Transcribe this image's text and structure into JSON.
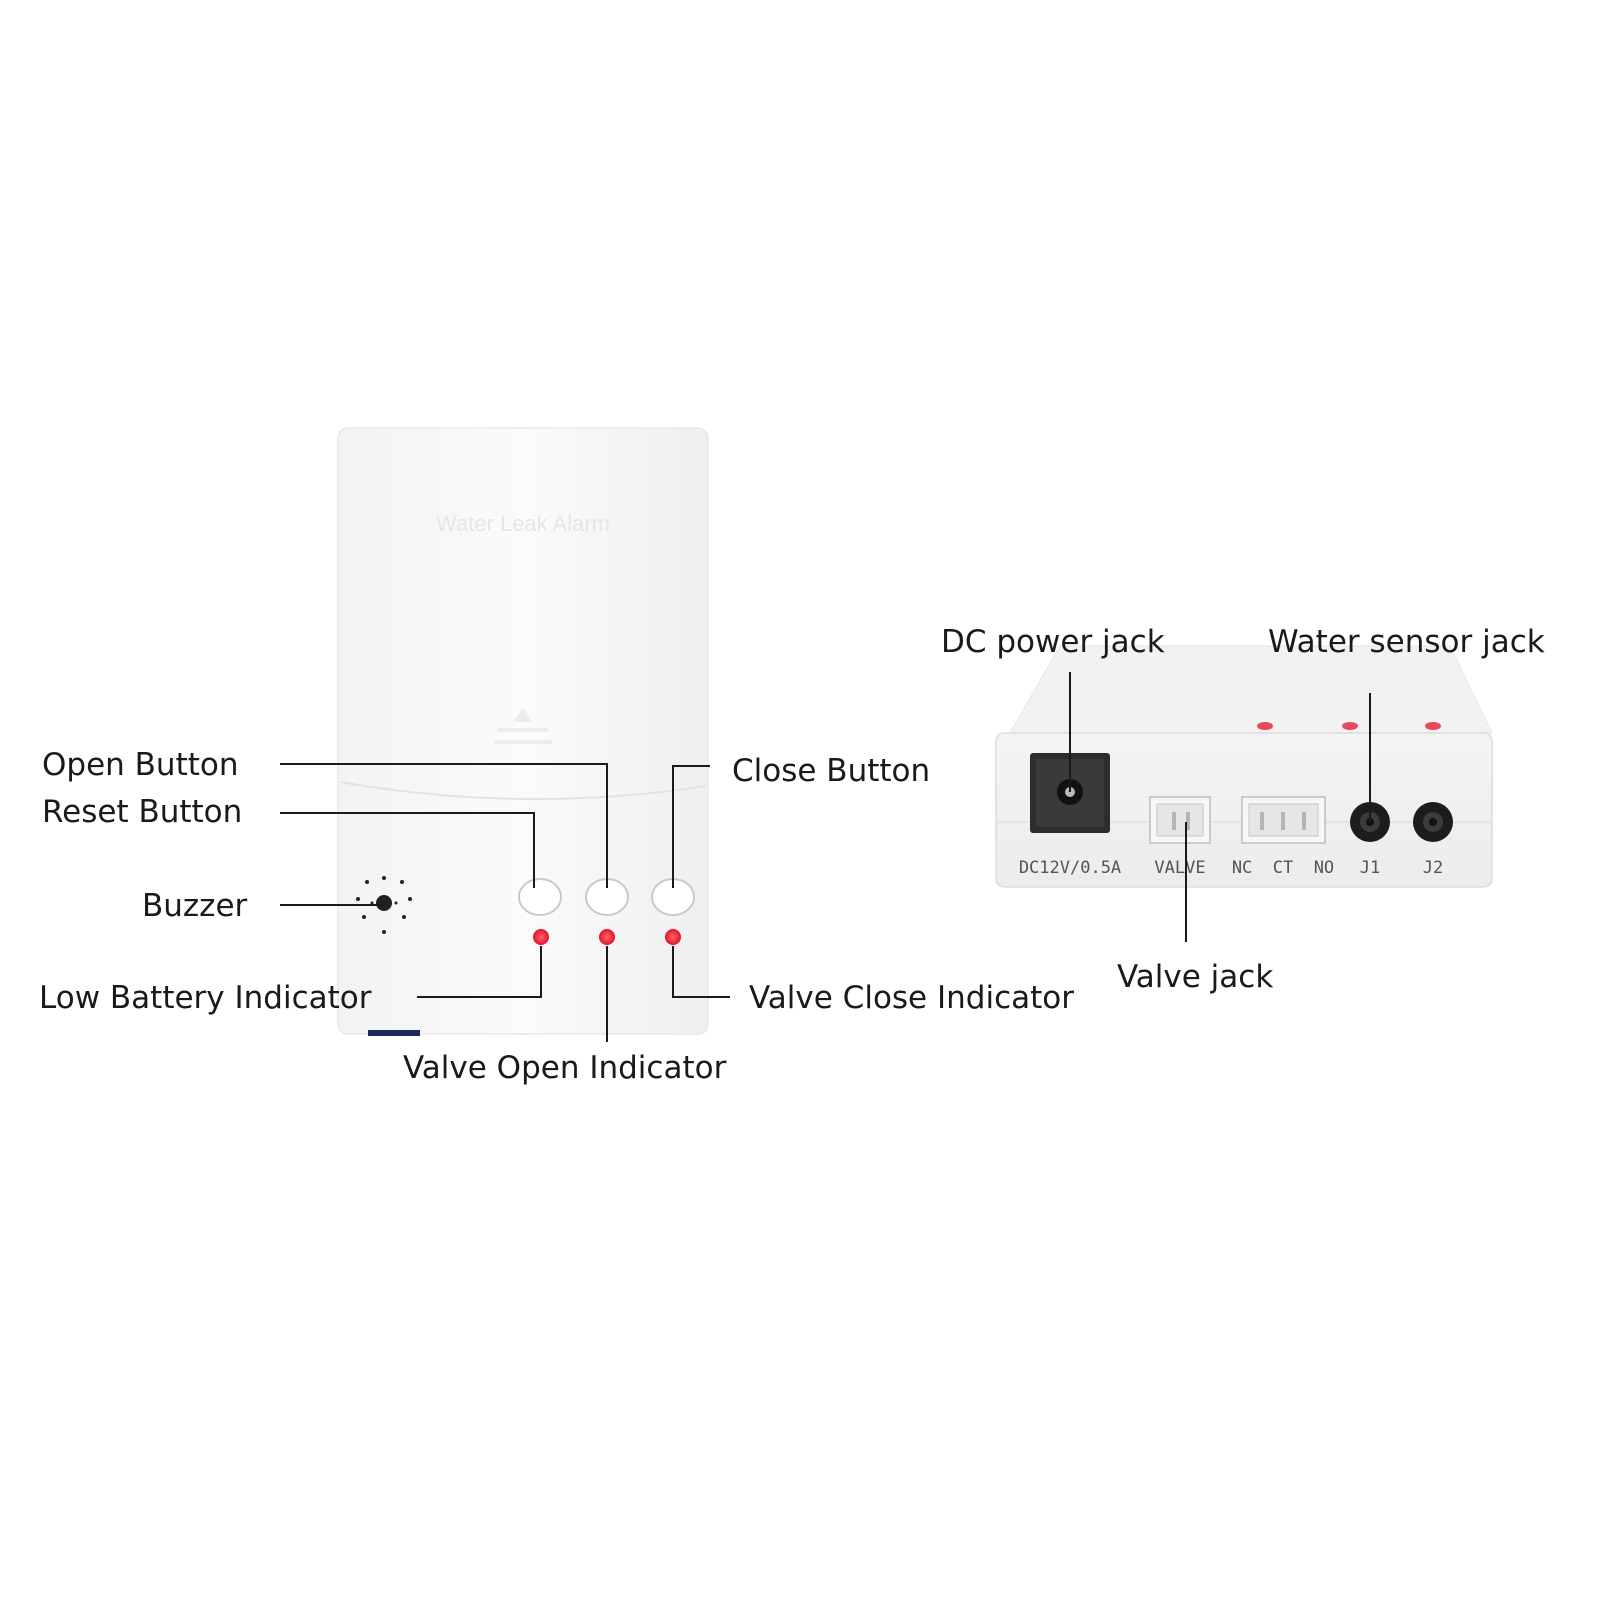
{
  "front_unit": {
    "faint_title": "Water Leak Alarm",
    "labels": {
      "open_button": "Open Button",
      "reset_button": "Reset Button",
      "close_button": "Close Button",
      "buzzer": "Buzzer",
      "low_battery": "Low Battery Indicator",
      "valve_close": "Valve Close Indicator",
      "valve_open": "Valve Open Indicator"
    },
    "led_color": "#e5102a"
  },
  "side_unit": {
    "labels": {
      "dc_power_jack": "DC power jack",
      "water_sensor_jack": "Water sensor jack",
      "valve_jack": "Valve jack"
    },
    "port_text": {
      "dc": "DC12V/0.5A",
      "valve": "VALVE",
      "relay": "NC  CT  NO",
      "j1": "J1",
      "j2": "J2"
    }
  }
}
